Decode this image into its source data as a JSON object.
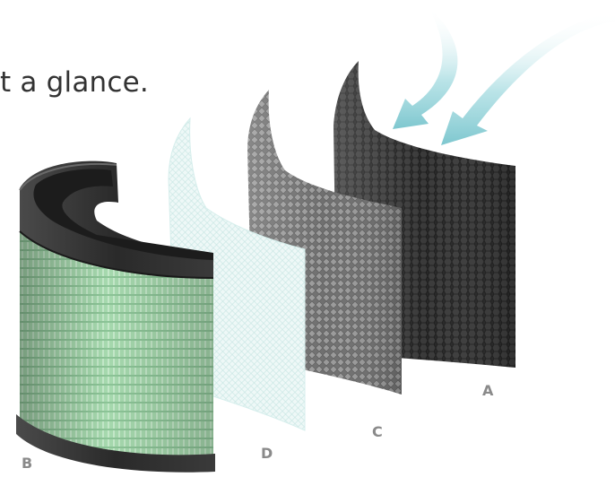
{
  "heading": "t a glance.",
  "labels": {
    "a": "A",
    "b": "B",
    "c": "C",
    "d": "D"
  },
  "colors": {
    "carbon_layer": "#2b2b2b",
    "mesh_layer": "#7a7a7a",
    "prefilter_layer": "#e6f4f2",
    "hepa_cylinder": "#9fd6a9",
    "cylinder_cap": "#2e2e2e",
    "airflow_arrow": "#8fd0d6",
    "label_text": "#8a8a8a"
  },
  "icons": [
    "airflow-arrow-icon",
    "airflow-arrow-icon"
  ]
}
